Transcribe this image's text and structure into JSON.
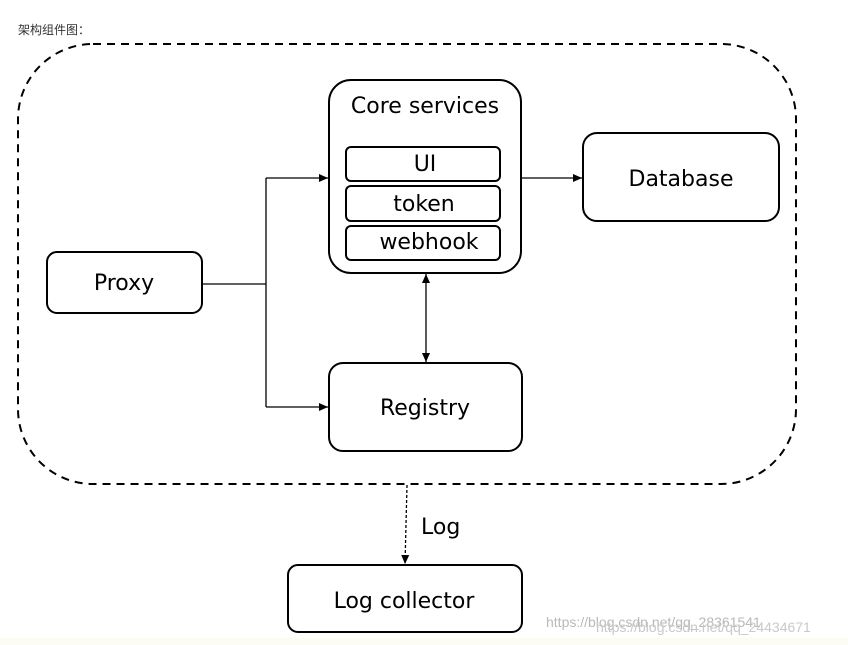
{
  "caption": "架构组件图：",
  "nodes": {
    "core_services": "Core services",
    "ui": "UI",
    "token": "token",
    "webhook": "webhook",
    "database": "Database",
    "proxy": "Proxy",
    "registry": "Registry",
    "log_collector": "Log collector"
  },
  "edge_labels": {
    "log": "Log"
  },
  "watermark": {
    "primary": "https://blog.csdn.net/qq_28361541",
    "secondary": "https://blog.csdn.net/qq_24434671"
  }
}
